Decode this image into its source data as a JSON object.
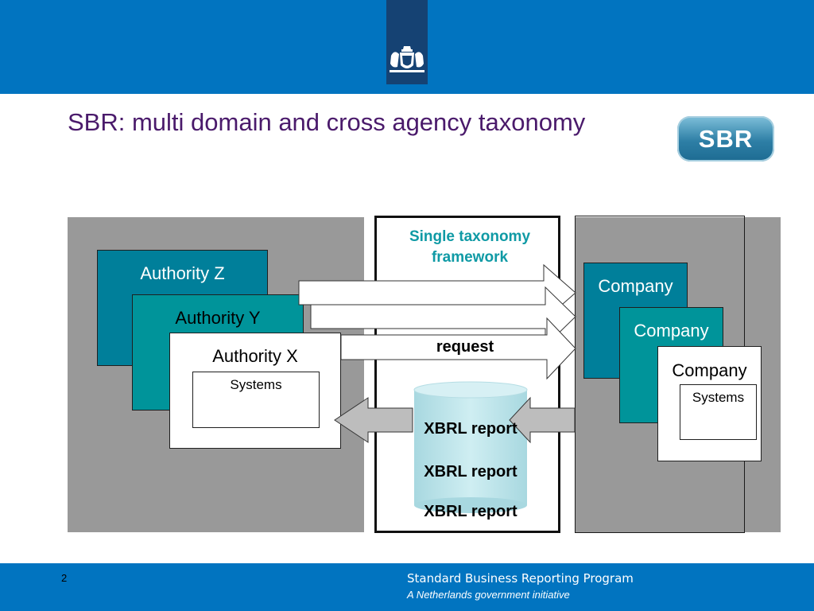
{
  "title": "SBR: multi domain and cross agency taxonomy",
  "logo": {
    "text": "SBR"
  },
  "framework": {
    "title_line1": "Single taxonomy",
    "title_line2": "framework",
    "request_label": "request"
  },
  "authorities": [
    {
      "label": "Authority Z"
    },
    {
      "label": "Authority Y"
    },
    {
      "label": "Authority X",
      "systems_label": "Systems"
    }
  ],
  "companies": [
    {
      "label": "Company"
    },
    {
      "label": "Company"
    },
    {
      "label": "Company",
      "systems_label": "Systems"
    }
  ],
  "reports": [
    "XBRL report",
    "XBRL report",
    "XBRL report"
  ],
  "footer": {
    "page_number": "2",
    "program": "Standard Business Reporting Program",
    "initiative": "A Netherlands government initiative"
  },
  "colors": {
    "header_blue": "#0174c0",
    "title_purple": "#4a1a6b",
    "framework_teal": "#0f9aa5",
    "authority_teal": "#007f9a",
    "panel_gray": "#999999"
  }
}
